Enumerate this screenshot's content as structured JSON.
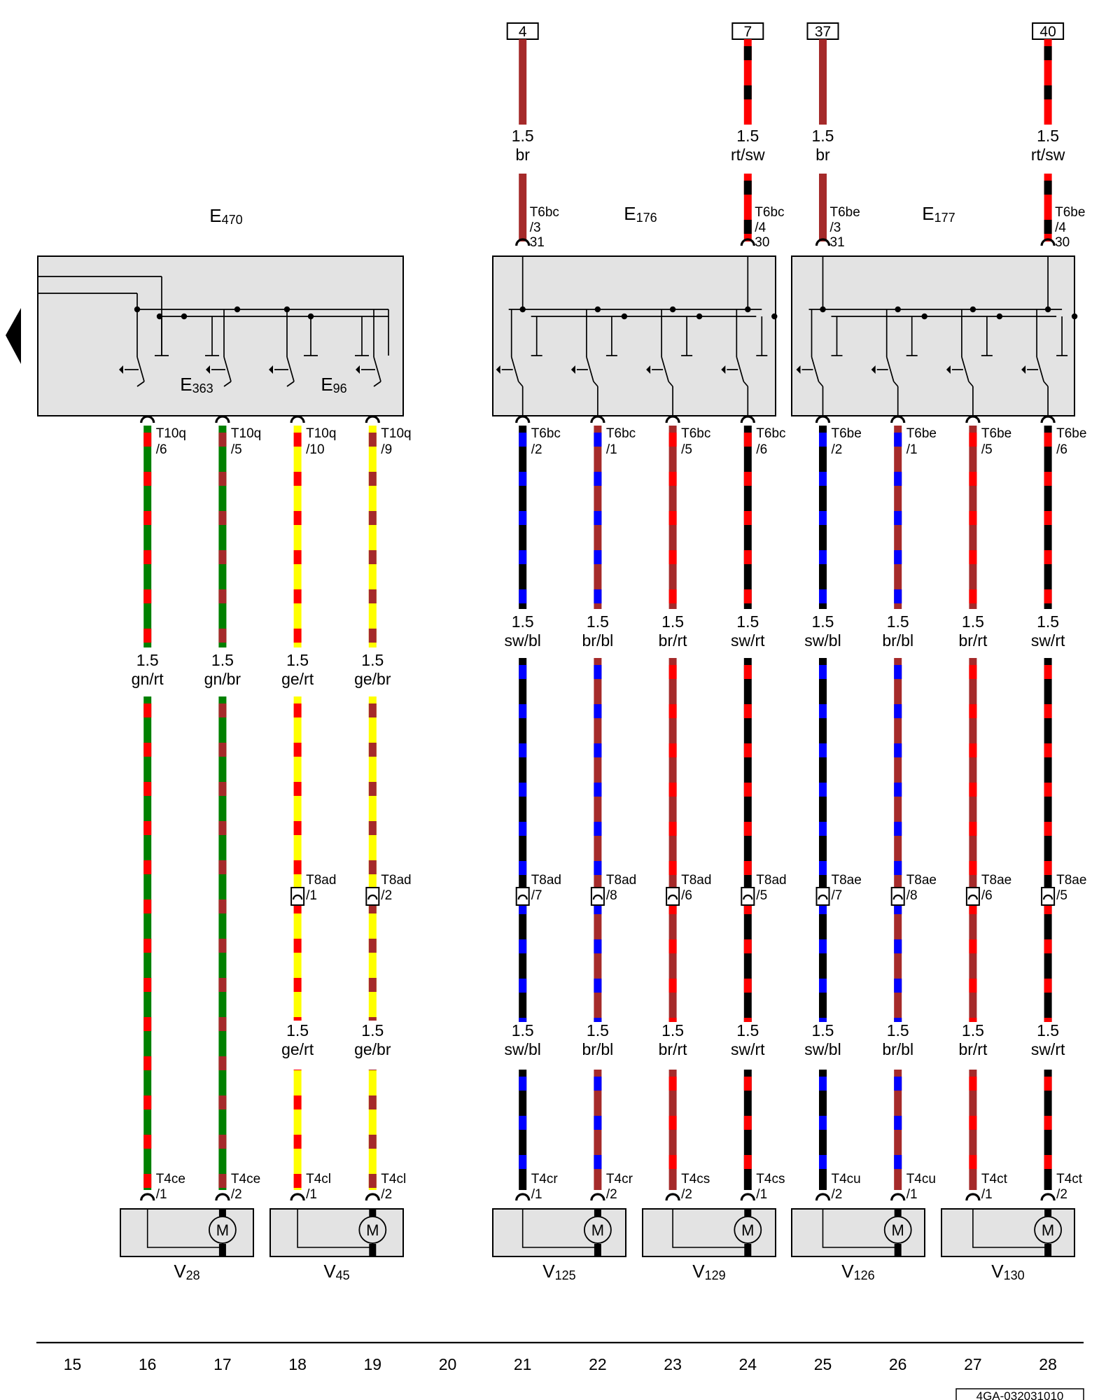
{
  "doc_id": "4GA-032031010",
  "column_numbers": [
    "15",
    "16",
    "17",
    "18",
    "19",
    "20",
    "21",
    "22",
    "23",
    "24",
    "25",
    "26",
    "27",
    "28"
  ],
  "colors": {
    "br": "#a52a2a",
    "rt": "#ff0000",
    "sw": "#000000",
    "bl": "#0000ff",
    "gn": "#008000",
    "ge": "#ffff00",
    "box_fill": "#e3e3e3"
  },
  "components": [
    {
      "name": "E",
      "sub": "470"
    },
    {
      "name": "E",
      "sub": "363"
    },
    {
      "name": "E",
      "sub": "96"
    },
    {
      "name": "E",
      "sub": "176"
    },
    {
      "name": "E",
      "sub": "177"
    },
    {
      "name": "V",
      "sub": "28"
    },
    {
      "name": "V",
      "sub": "45"
    },
    {
      "name": "V",
      "sub": "125"
    },
    {
      "name": "V",
      "sub": "129"
    },
    {
      "name": "V",
      "sub": "126"
    },
    {
      "name": "V",
      "sub": "130"
    }
  ],
  "motor_symbol": "M",
  "terminals": [
    {
      "id": "4",
      "col": 21
    },
    {
      "id": "7",
      "col": 24
    },
    {
      "id": "37",
      "col": 25
    },
    {
      "id": "40",
      "col": 28
    }
  ],
  "top_wires": [
    {
      "col": 21,
      "size": "1.5",
      "color": "br"
    },
    {
      "col": 24,
      "size": "1.5",
      "color": "rt/sw"
    },
    {
      "col": 25,
      "size": "1.5",
      "color": "br"
    },
    {
      "col": 28,
      "size": "1.5",
      "color": "rt/sw"
    }
  ],
  "top_connectors": [
    {
      "col": 21,
      "name": "T6bc",
      "pin": "/3",
      "term": "31"
    },
    {
      "col": 24,
      "name": "T6bc",
      "pin": "/4",
      "term": "30"
    },
    {
      "col": 25,
      "name": "T6be",
      "pin": "/3",
      "term": "31"
    },
    {
      "col": 28,
      "name": "T6be",
      "pin": "/4",
      "term": "30"
    }
  ],
  "wires": [
    {
      "col": 16,
      "conn": "T10q",
      "pin": "/6",
      "mid": {
        "size": "1.5",
        "color": "gn/rt"
      },
      "split": null,
      "bottom": {
        "size": "1.5",
        "color": "gn/rt"
      },
      "lower": null,
      "end": {
        "name": "T4ce",
        "pin": "/1"
      }
    },
    {
      "col": 17,
      "conn": "T10q",
      "pin": "/5",
      "mid": {
        "size": "1.5",
        "color": "gn/br"
      },
      "split": null,
      "bottom": {
        "size": "1.5",
        "color": "gn/br"
      },
      "lower": null,
      "end": {
        "name": "T4ce",
        "pin": "/2"
      }
    },
    {
      "col": 18,
      "conn": "T10q",
      "pin": "/10",
      "mid": {
        "size": "1.5",
        "color": "ge/rt"
      },
      "split": {
        "name": "T8ad",
        "pin": "/1"
      },
      "bottom": {
        "size": "1.5",
        "color": "ge/rt"
      },
      "lower": {
        "size": "1.5",
        "color": "ge/rt"
      },
      "end": {
        "name": "T4cl",
        "pin": "/1"
      }
    },
    {
      "col": 19,
      "conn": "T10q",
      "pin": "/9",
      "mid": {
        "size": "1.5",
        "color": "ge/br"
      },
      "split": {
        "name": "T8ad",
        "pin": "/2"
      },
      "bottom": {
        "size": "1.5",
        "color": "ge/br"
      },
      "lower": {
        "size": "1.5",
        "color": "ge/br"
      },
      "end": {
        "name": "T4cl",
        "pin": "/2"
      }
    },
    {
      "col": 21,
      "conn": "T6bc",
      "pin": "/2",
      "mid": {
        "size": "1.5",
        "color": "sw/bl"
      },
      "split": {
        "name": "T8ad",
        "pin": "/7"
      },
      "bottom": {
        "size": "1.5",
        "color": "sw/bl"
      },
      "lower": {
        "size": "1.5",
        "color": "sw/bl"
      },
      "end": {
        "name": "T4cr",
        "pin": "/1"
      }
    },
    {
      "col": 22,
      "conn": "T6bc",
      "pin": "/1",
      "mid": {
        "size": "1.5",
        "color": "br/bl"
      },
      "split": {
        "name": "T8ad",
        "pin": "/8"
      },
      "bottom": {
        "size": "1.5",
        "color": "br/bl"
      },
      "lower": {
        "size": "1.5",
        "color": "br/bl"
      },
      "end": {
        "name": "T4cr",
        "pin": "/2"
      }
    },
    {
      "col": 23,
      "conn": "T6bc",
      "pin": "/5",
      "mid": {
        "size": "1.5",
        "color": "br/rt"
      },
      "split": {
        "name": "T8ad",
        "pin": "/6"
      },
      "bottom": {
        "size": "1.5",
        "color": "br/rt"
      },
      "lower": {
        "size": "1.5",
        "color": "br/rt"
      },
      "end": {
        "name": "T4cs",
        "pin": "/2"
      }
    },
    {
      "col": 24,
      "conn": "T6bc",
      "pin": "/6",
      "mid": {
        "size": "1.5",
        "color": "sw/rt"
      },
      "split": {
        "name": "T8ad",
        "pin": "/5"
      },
      "bottom": {
        "size": "1.5",
        "color": "sw/rt"
      },
      "lower": {
        "size": "1.5",
        "color": "sw/rt"
      },
      "end": {
        "name": "T4cs",
        "pin": "/1"
      }
    },
    {
      "col": 25,
      "conn": "T6be",
      "pin": "/2",
      "mid": {
        "size": "1.5",
        "color": "sw/bl"
      },
      "split": {
        "name": "T8ae",
        "pin": "/7"
      },
      "bottom": {
        "size": "1.5",
        "color": "sw/bl"
      },
      "lower": {
        "size": "1.5",
        "color": "sw/bl"
      },
      "end": {
        "name": "T4cu",
        "pin": "/2"
      }
    },
    {
      "col": 26,
      "conn": "T6be",
      "pin": "/1",
      "mid": {
        "size": "1.5",
        "color": "br/bl"
      },
      "split": {
        "name": "T8ae",
        "pin": "/8"
      },
      "bottom": {
        "size": "1.5",
        "color": "br/bl"
      },
      "lower": {
        "size": "1.5",
        "color": "br/bl"
      },
      "end": {
        "name": "T4cu",
        "pin": "/1"
      }
    },
    {
      "col": 27,
      "conn": "T6be",
      "pin": "/5",
      "mid": {
        "size": "1.5",
        "color": "br/rt"
      },
      "split": {
        "name": "T8ae",
        "pin": "/6"
      },
      "bottom": {
        "size": "1.5",
        "color": "br/rt"
      },
      "lower": {
        "size": "1.5",
        "color": "br/rt"
      },
      "end": {
        "name": "T4ct",
        "pin": "/1"
      }
    },
    {
      "col": 28,
      "conn": "T6be",
      "pin": "/6",
      "mid": {
        "size": "1.5",
        "color": "sw/rt"
      },
      "split": {
        "name": "T8ae",
        "pin": "/5"
      },
      "bottom": {
        "size": "1.5",
        "color": "sw/rt"
      },
      "lower": {
        "size": "1.5",
        "color": "sw/rt"
      },
      "end": {
        "name": "T4ct",
        "pin": "/2"
      }
    }
  ]
}
